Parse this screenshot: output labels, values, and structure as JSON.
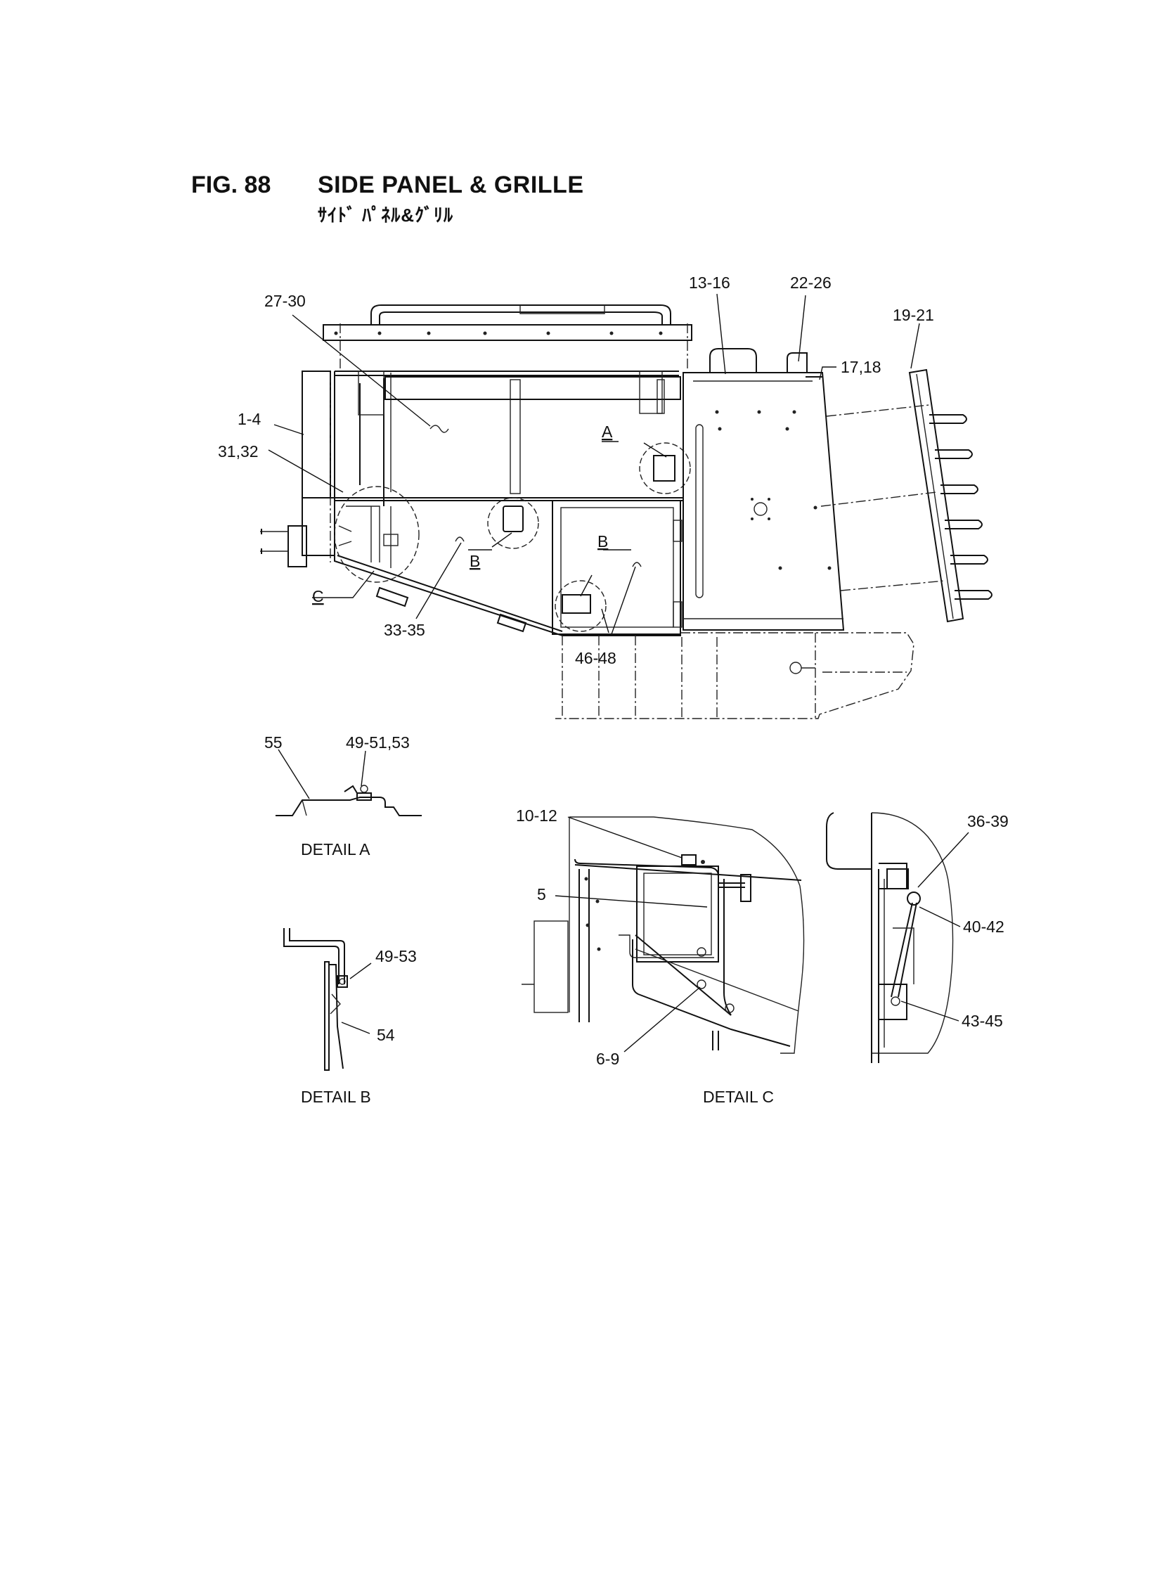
{
  "figure": {
    "number": "FIG. 88",
    "title": "SIDE PANEL & GRILLE",
    "subtitle": "ｻｲﾄﾞ ﾊﾟﾈﾙ&ｸﾞﾘﾙ"
  },
  "main_view": {
    "part_labels": {
      "p27_30": "27-30",
      "p13_16": "13-16",
      "p22_26": "22-26",
      "p19_21": "19-21",
      "p17_18": "17,18",
      "p1_4": "1-4",
      "p31_32": "31,32",
      "p33_35": "33-35",
      "p46_48": "46-48"
    },
    "callouts": {
      "a": "A",
      "b1": "B",
      "b2": "B",
      "c": "C"
    }
  },
  "detail_a": {
    "caption": "DETAIL A",
    "labels": {
      "p55": "55",
      "p49_51_53": "49-51,53"
    }
  },
  "detail_b": {
    "caption": "DETAIL B",
    "labels": {
      "p49_53": "49-53",
      "p54": "54"
    }
  },
  "detail_c": {
    "caption": "DETAIL C",
    "labels": {
      "p10_12": "10-12",
      "p5": "5",
      "p6_9": "6-9",
      "p36_39": "36-39",
      "p40_42": "40-42",
      "p43_45": "43-45"
    }
  }
}
